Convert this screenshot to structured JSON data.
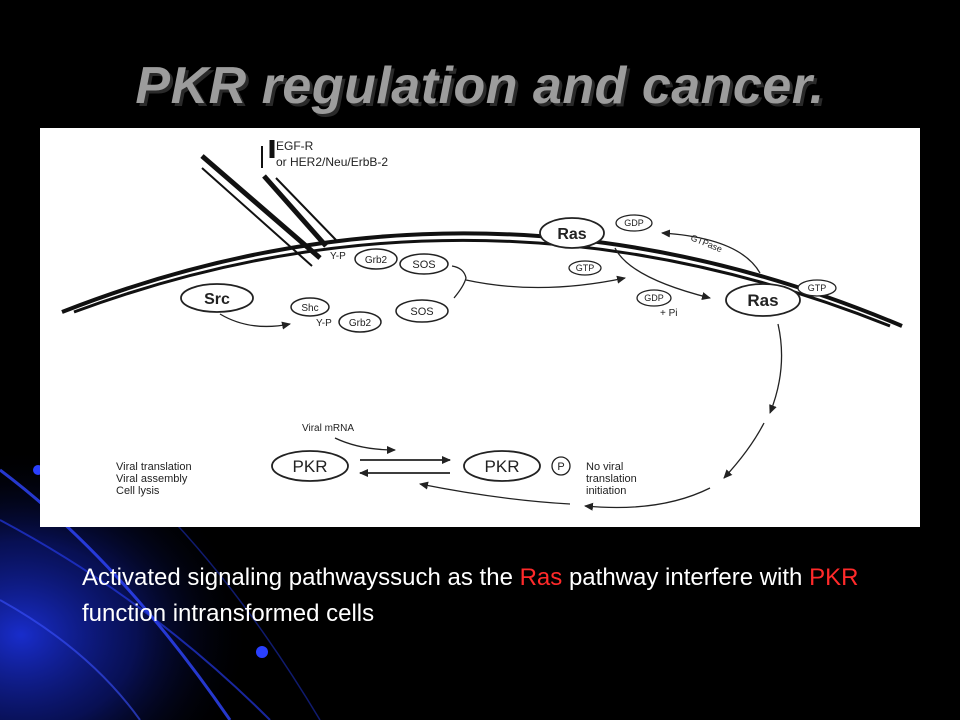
{
  "slide": {
    "title": "PKR regulation and cancer.",
    "caption": {
      "part1": "Activated signaling pathwayssuch as the ",
      "highlight1": "Ras",
      "part2": " pathway interfere with ",
      "highlight2": "PKR",
      "part3": " function intransformed cells",
      "highlight_color": "#ff2a2a"
    }
  },
  "diagram": {
    "receptor_label_line1": "EGF-R",
    "receptor_label_line2": "or HER2/Neu/ErbB-2",
    "y_p_top": "Y-P",
    "grb2_top": "Grb2",
    "sos_top": "SOS",
    "src": "Src",
    "shc": "Shc",
    "y_p_bottom": "Y-P",
    "grb2_bottom": "Grb2",
    "sos_bottom": "SOS",
    "ras_gdp_label": "Ras",
    "gdp_top": "GDP",
    "gtpase": "GTPase",
    "gtp_left": "GTP",
    "gdp_pi": "GDP",
    "pi": "+ Pi",
    "ras_gtp_label": "Ras",
    "gtp_right": "GTP",
    "viral_mrna": "Viral mRNA",
    "left_text_1": "Viral translation",
    "left_text_2": "Viral assembly",
    "left_text_3": "Cell lysis",
    "pkr_left": "PKR",
    "pkr_right": "PKR",
    "phospho": "P",
    "right_text_1": "No viral",
    "right_text_2": "translation",
    "right_text_3": "initiation"
  },
  "colors": {
    "background": "#000000",
    "title": "#9c9c9c",
    "caption_text": "#ffffff",
    "accent_blue": "#1a2fd6"
  }
}
